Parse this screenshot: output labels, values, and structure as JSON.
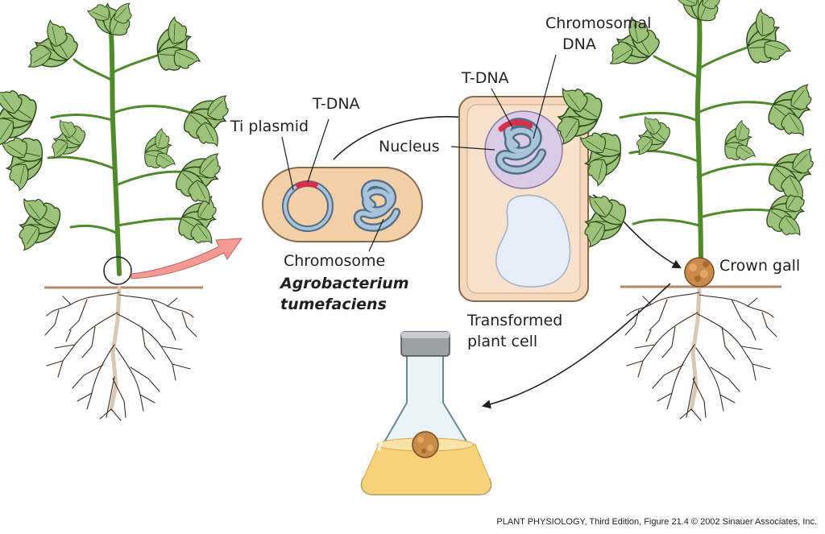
{
  "labels": {
    "ti_plasmid": "Ti plasmid",
    "t_dna_bacterium": "T-DNA",
    "chromosome": "Chromosome",
    "species_line1": "Agrobacterium",
    "species_line2": "tumefaciens",
    "t_dna_cell": "T-DNA",
    "chromosomal_dna_line1": "Chromosomal",
    "chromosomal_dna_line2": "DNA",
    "nucleus": "Nucleus",
    "transformed_line1": "Transformed",
    "transformed_line2": "plant cell",
    "crown_gall": "Crown gall"
  },
  "credit": {
    "book": "PLANT PHYSIOLOGY",
    "edition": ", Third Edition, Figure 21.4  © 2002 Sinauer Associates, Inc."
  },
  "colors": {
    "stem": "#4f8a2b",
    "leaf": "#9cc27a",
    "leaf_outline": "#2e4a1c",
    "soil_line": "#b08a6a",
    "bacterium_fill": "#f2cfa6",
    "plasmid": "#6e93b2",
    "t_dna_segment": "#d6304a",
    "cell_fill": "#f8e2cd",
    "nucleus_fill": "#d9cbe6",
    "vacuole": "#e6eef8",
    "arrow_pink": "#f39a94",
    "gall": "#c98a4a",
    "medium": "#f7d27a"
  }
}
